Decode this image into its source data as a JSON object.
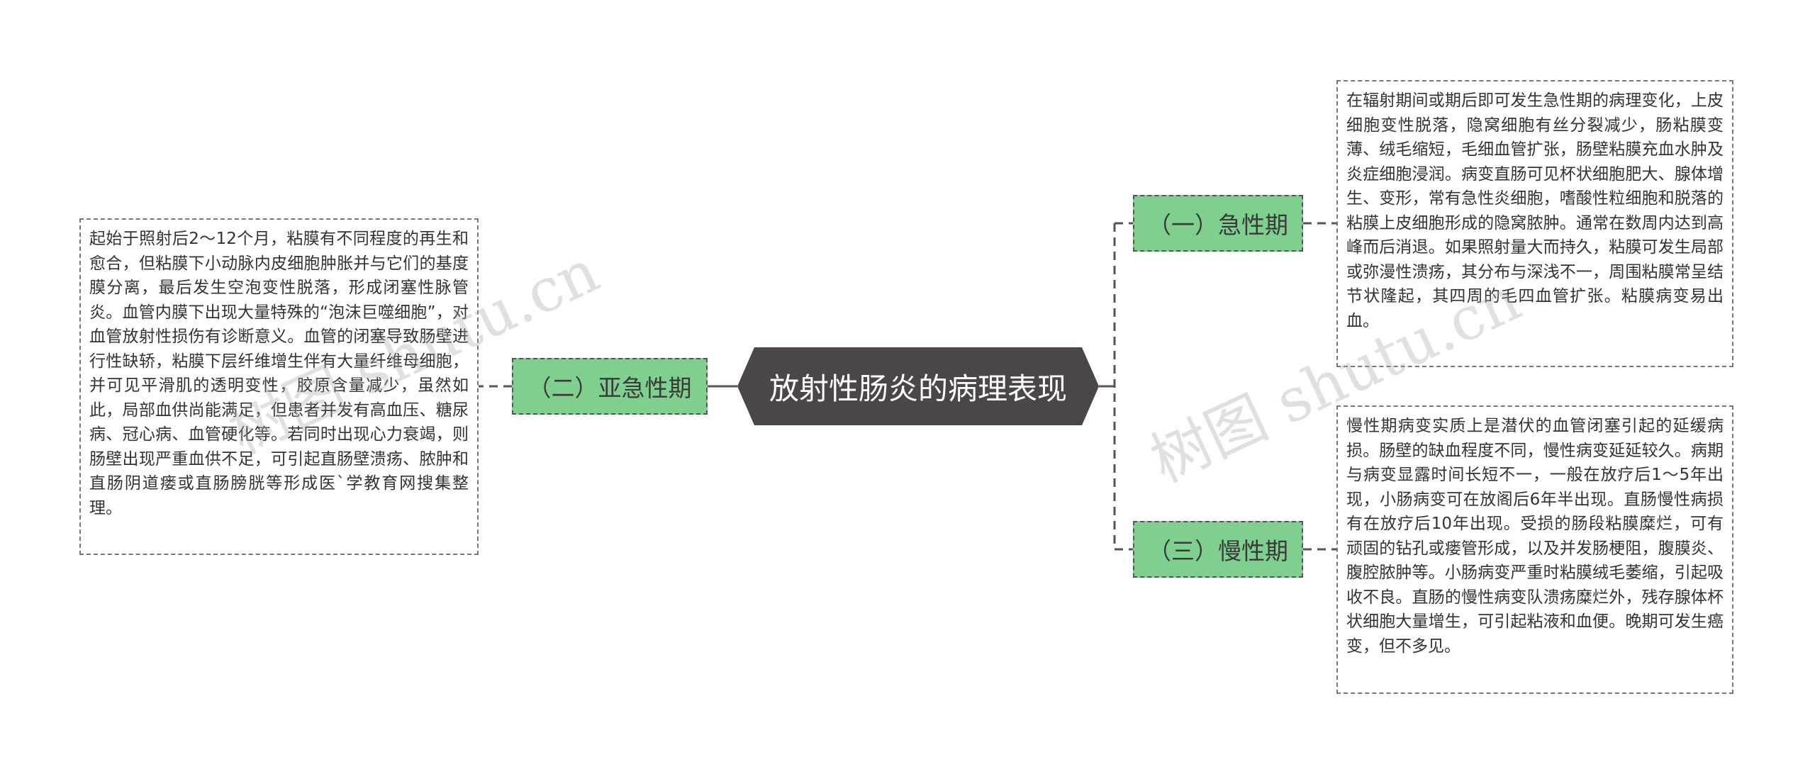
{
  "root": {
    "label": "放射性肠炎的病理表现"
  },
  "branches": [
    {
      "label": "（一）急性期"
    },
    {
      "label": "（二）亚急性期"
    },
    {
      "label": "（三）慢性期"
    }
  ],
  "leaves": [
    {
      "text": "在辐射期间或期后即可发生急性期的病理变化，上皮细胞变性脱落，隐窝细胞有丝分裂减少，肠粘膜变薄、绒毛缩短，毛细血管扩张，肠壁粘膜充血水肿及炎症细胞浸润。病变直肠可见杯状细胞肥大、腺体增生、变形，常有急性炎细胞，嗜酸性粒细胞和脱落的粘膜上皮细胞形成的隐窝脓肿。通常在数周内达到高峰而后消退。如果照射量大而持久，粘膜可发生局部或弥漫性溃疡，其分布与深浅不一，周围粘膜常呈结节状隆起，其四周的毛四血管扩张。粘膜病变易出血。"
    },
    {
      "text": "起始于照射后2～12个月，粘膜有不同程度的再生和愈合，但粘膜下小动脉内皮细胞肿胀并与它们的基度膜分离，最后发生空泡变性脱落，形成闭塞性脉管炎。血管内膜下出现大量特殊的“泡沫巨噬细胞”，对血管放射性损伤有诊断意义。血管的闭塞导致肠壁进行性缺轿，粘膜下层纤维增生伴有大量纤维母细胞，并可见平滑肌的透明变性，胶原含量减少，虽然如此，局部血供尚能满足，但患者并发有高血压、糖尿病、冠心病、血管硬化等。若同时出现心力衰竭，则肠壁出现严重血供不足，可引起直肠壁溃疡、脓肿和直肠阴道瘘或直肠膀胱等形成医`学教育网搜集整理。"
    },
    {
      "text": "慢性期病变实质上是潜伏的血管闭塞引起的延缓病损。肠壁的缺血程度不同，慢性病变延延较久。病期与病变显露时间长短不一，一般在放疗后1～5年出现，小肠病变可在放阁后6年半出现。直肠慢性病损有在放疗后10年出现。受损的肠段粘膜糜烂，可有顽固的钻孔或瘘管形成，以及并发肠梗阻，腹膜炎、腹腔脓肿等。小肠病变严重时粘膜绒毛萎缩，引起吸收不良。直肠的慢性病变队溃疡糜烂外，残存腺体杯状细胞大量增生，可引起粘液和血便。晚期可发生癌变，但不多见。"
    }
  ],
  "watermark": {
    "left": "树图 shutu.cn",
    "right": "树图 shutu.cn"
  },
  "colors": {
    "root": "#4b4747",
    "branch": "#7fcf8e",
    "connector": "#555555"
  }
}
